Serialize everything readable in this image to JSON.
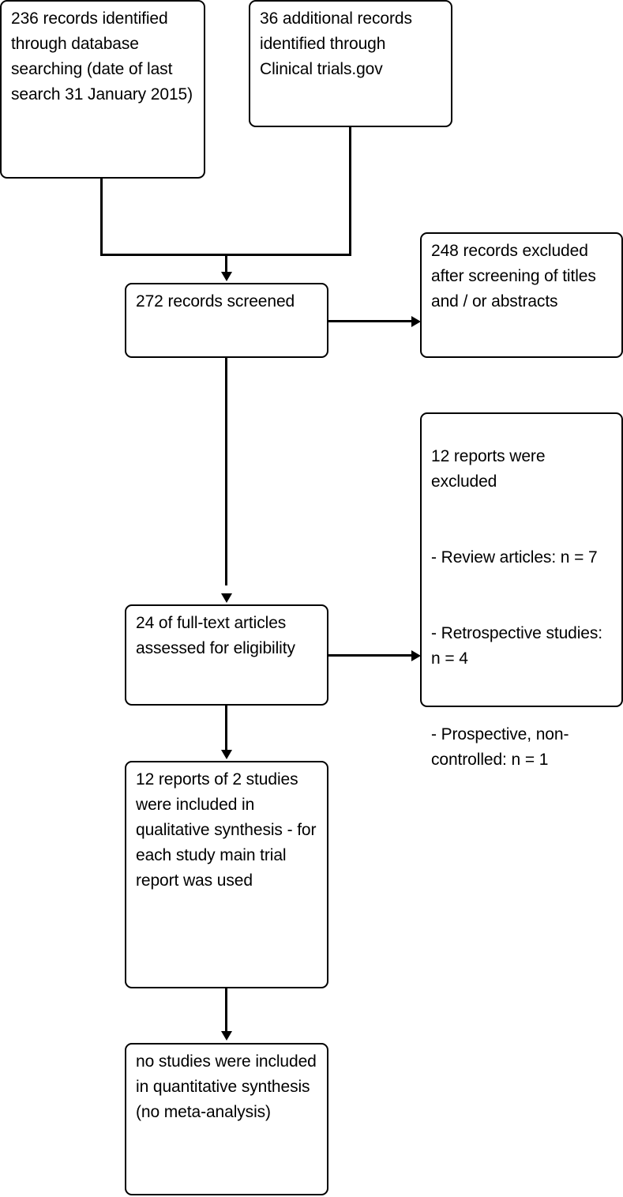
{
  "diagram": {
    "title": "PRISMA study selection flow diagram",
    "type": "flowchart",
    "stroke_color": "#000000",
    "background_color": "#ffffff"
  },
  "nodes": {
    "database_search": {
      "id": "database-search",
      "text": "236 records identified through database searching (date of last search 31 January 2015)",
      "count": 236
    },
    "registry_search": {
      "id": "registry-search",
      "text": "36 additional records identified through Clinical trials.gov",
      "count": 36
    },
    "screened": {
      "id": "records-screened",
      "text": "272 records screened",
      "count": 272
    },
    "excluded_screening": {
      "id": "records-excluded-screening",
      "text": "248 records excluded after screening of titles and / or abstracts",
      "count": 248
    },
    "full_text": {
      "id": "full-text-assessed",
      "text": "24 of full-text articles assessed for eligibility",
      "count": 24
    },
    "excluded_reports": {
      "id": "reports-excluded",
      "heading": "12 reports were excluded",
      "reasons": [
        "- Review articles: n = 7",
        "- Retrospective studies: n = 4",
        "- Prospective, non-controlled: n = 1"
      ],
      "count": 12
    },
    "qualitative": {
      "id": "qualitative-synthesis",
      "text": "12 reports of 2 studies were included in qualitative synthesis - for each study main trial report was used",
      "reports": 12,
      "studies": 2
    },
    "quantitative": {
      "id": "quantitative-synthesis",
      "text": "no studies were included in quantitative synthesis (no meta-analysis)",
      "studies": 0
    }
  },
  "connectors": [
    {
      "name": "database-to-merge",
      "from": "database_search",
      "to": "screened",
      "kind": "elbow"
    },
    {
      "name": "registry-to-merge",
      "from": "registry_search",
      "to": "screened",
      "kind": "elbow"
    },
    {
      "name": "merge-to-screened",
      "from": "merge",
      "to": "screened",
      "kind": "arrow-down"
    },
    {
      "name": "screened-to-excluded",
      "from": "screened",
      "to": "excluded_screening",
      "kind": "arrow-right"
    },
    {
      "name": "screened-to-fulltext",
      "from": "screened",
      "to": "full_text",
      "kind": "arrow-down"
    },
    {
      "name": "fulltext-to-excluded-reports",
      "from": "full_text",
      "to": "excluded_reports",
      "kind": "arrow-right"
    },
    {
      "name": "fulltext-to-qualitative",
      "from": "full_text",
      "to": "qualitative",
      "kind": "arrow-down"
    },
    {
      "name": "qualitative-to-quantitative",
      "from": "qualitative",
      "to": "quantitative",
      "kind": "arrow-down"
    }
  ]
}
